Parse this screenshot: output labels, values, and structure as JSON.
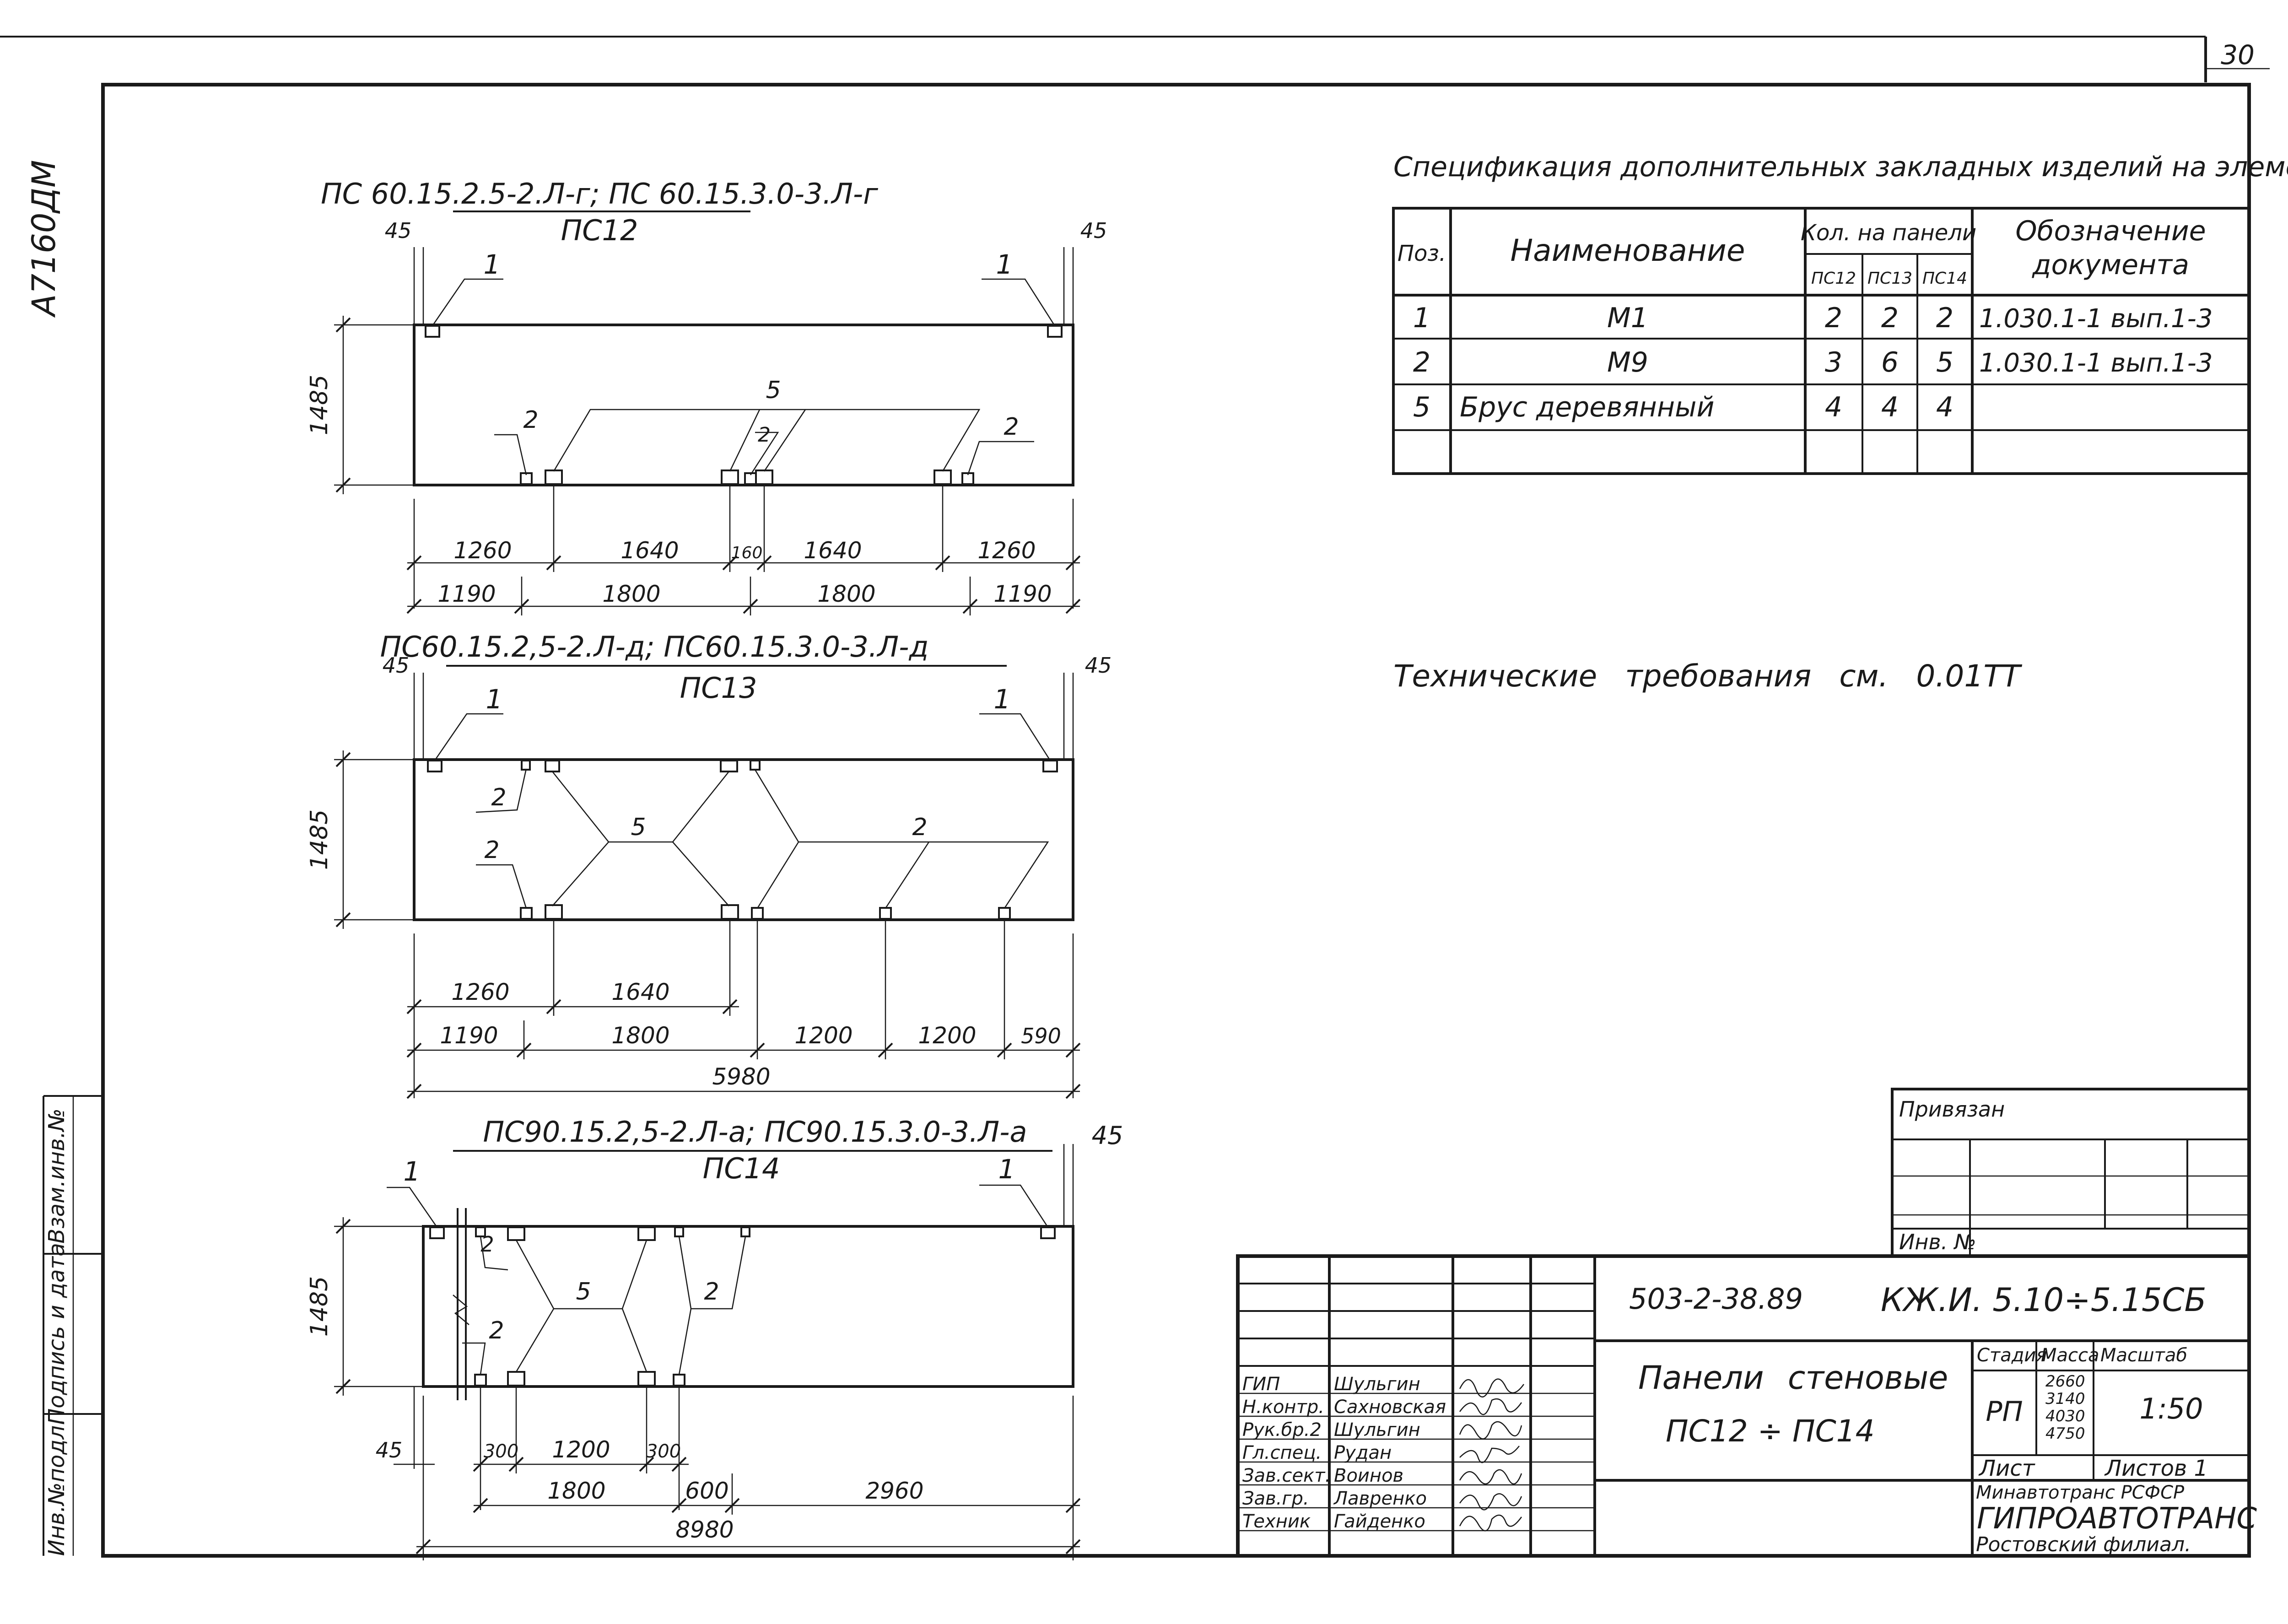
{
  "sheet": {
    "page_number": "30",
    "left_margin_code": "А7160ДМ",
    "side_stamp": [
      "Инв.№подл.",
      "Подпись и дата",
      "Взам.инв.№"
    ]
  },
  "panels": [
    {
      "title": "ПС 60.15.2.5-2.Л-г; ПС 60.15.3.0-3.Л-г",
      "name": "ПС12",
      "height": "1485",
      "edge_left": "45",
      "edge_right": "45",
      "callouts": [
        "1",
        "1",
        "2",
        "5",
        "2",
        "2"
      ],
      "dims_row1": [
        "1260",
        "1640",
        "160",
        "1640",
        "1260"
      ],
      "dims_row2": [
        "1190",
        "1800",
        "1800",
        "1190"
      ]
    },
    {
      "title": "ПС60.15.2,5-2.Л-д; ПС60.15.3.0-3.Л-д",
      "name": "ПС13",
      "height": "1485",
      "edge_left": "45",
      "edge_right": "45",
      "callouts": [
        "1",
        "1",
        "2",
        "2",
        "5",
        "2"
      ],
      "dims_row1": [
        "1260",
        "1640"
      ],
      "dims_row2": [
        "1190",
        "1800",
        "1200",
        "1200",
        "590"
      ],
      "overall": "5980"
    },
    {
      "title": "ПС90.15.2,5-2.Л-а; ПС90.15.3.0-3.Л-а",
      "name": "ПС14",
      "height": "1485",
      "edge_left": "45",
      "edge_right": "45",
      "callouts": [
        "1",
        "1",
        "2",
        "5",
        "2",
        "2"
      ],
      "dims_row1": [
        "300",
        "1200",
        "300"
      ],
      "dims_row2": [
        "1800",
        "600",
        "2960"
      ],
      "overall": "8980"
    }
  ],
  "spec": {
    "title": "Спецификация дополнительных закладных изделий на элемент.",
    "headers": {
      "pos": "Поз.",
      "name": "Наименование",
      "qty": "Кол. на панели",
      "designation": "Обозначение документа"
    },
    "qty_cols": [
      "ПС12",
      "ПС13",
      "ПС14"
    ],
    "rows": [
      {
        "pos": "1",
        "name": "М1",
        "q1": "2",
        "q2": "2",
        "q3": "2",
        "doc": "1.030.1-1 вып.1-3"
      },
      {
        "pos": "2",
        "name": "М9",
        "q1": "3",
        "q2": "6",
        "q3": "5",
        "doc": "1.030.1-1 вып.1-3"
      },
      {
        "pos": "5",
        "name": "Брус деревянный",
        "q1": "4",
        "q2": "4",
        "q3": "4",
        "doc": ""
      }
    ]
  },
  "tech_note": "Технические требования см. 0.01ТТ",
  "binding": {
    "label": "Привязан",
    "inv_label": "Инв. №"
  },
  "title_block": {
    "doc_code": "503-2-38.89",
    "drawing_code": "КЖ.И. 5.10÷5.15СБ",
    "title_line1": "Панели стеновые",
    "title_line2": "ПС12 ÷ ПС14",
    "stage_label": "Стадия",
    "mass_label": "Масса",
    "scale_label": "Масштаб",
    "stage": "РП",
    "masses": [
      "2660",
      "3140",
      "4030",
      "4750"
    ],
    "scale": "1:50",
    "sheet_label": "Лист",
    "sheets_label": "Листов 1",
    "org_line1": "Минавтотранс РСФСР",
    "org_line2": "ГИПРОАВТОТРАНС",
    "org_line3": "Ростовский филиал.",
    "staff": [
      {
        "role": "ГИП",
        "name": "Шульгин"
      },
      {
        "role": "Н.контр.",
        "name": "Сахновская"
      },
      {
        "role": "Рук.бр.2",
        "name": "Шульгин"
      },
      {
        "role": "Гл.спец.",
        "name": "Рудан"
      },
      {
        "role": "Зав.сект.",
        "name": "Воинов"
      },
      {
        "role": "Зав.гр.",
        "name": "Лавренко"
      },
      {
        "role": "Техник",
        "name": "Гайденко"
      }
    ]
  }
}
